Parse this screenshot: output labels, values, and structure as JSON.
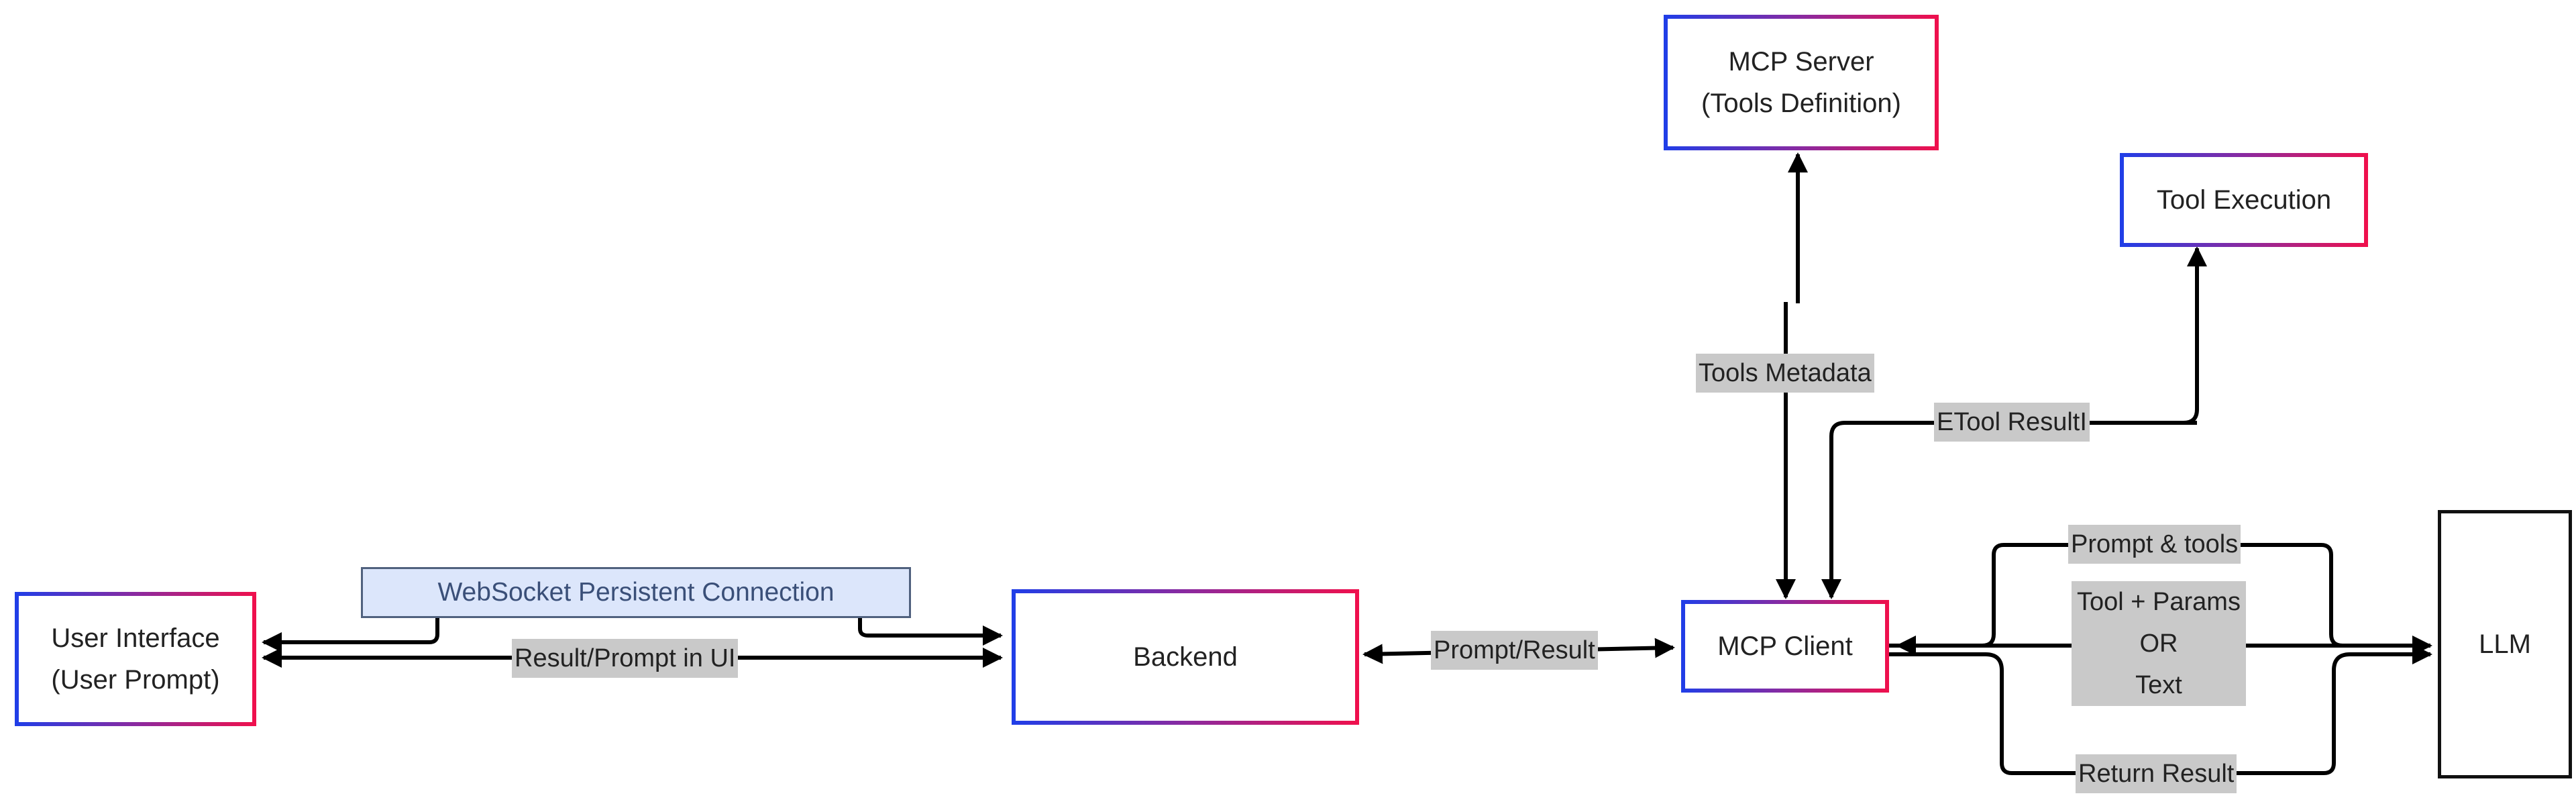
{
  "nodes": {
    "user_interface": {
      "line1": "User Interface",
      "line2": "(User Prompt)"
    },
    "backend": {
      "label": "Backend"
    },
    "mcp_client": {
      "label": "MCP Client"
    },
    "mcp_server": {
      "line1": "MCP Server",
      "line2": "(Tools Definition)"
    },
    "tool_execution": {
      "label": "Tool Execution"
    },
    "llm": {
      "label": "LLM"
    }
  },
  "websocket_note": "WebSocket Persistent Connection",
  "edge_labels": {
    "result_prompt_ui": "Result/Prompt in UI",
    "prompt_result": "Prompt/Result",
    "tools_metadata": "Tools Metadata",
    "tool_result": "ETool ResultI",
    "prompt_tools": "Prompt & tools",
    "tool_params": {
      "line1": "Tool + Params",
      "line2": "OR",
      "line3": "Text"
    },
    "return_result": "Return Result"
  },
  "colors": {
    "gradient_start": "#1f3ee8",
    "gradient_end": "#f0104c",
    "note_fill": "#dce6fb",
    "label_fill": "#c9c9c9",
    "line": "#000000"
  }
}
